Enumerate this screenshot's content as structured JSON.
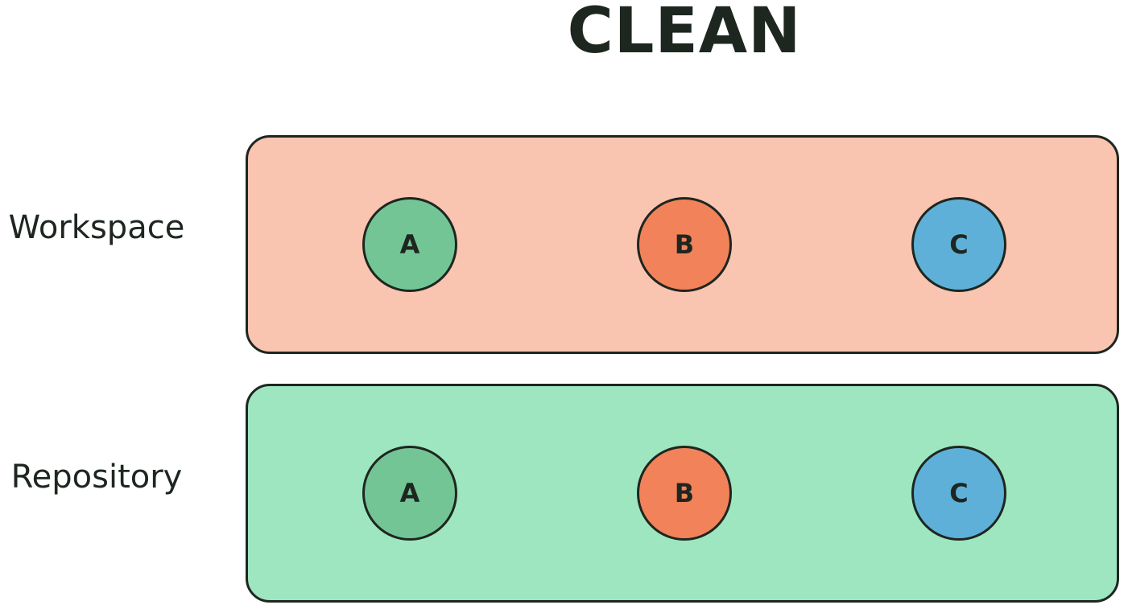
{
  "title": "CLEAN",
  "colors": {
    "workspace_fill": "#f9c4b0",
    "repository_fill": "#9ee6bf",
    "node_a": "#74c596",
    "node_b": "#f2825a",
    "node_c": "#5eb0d9",
    "outline": "#1e2620"
  },
  "rows": [
    {
      "label": "Workspace",
      "nodes": [
        {
          "label": "A"
        },
        {
          "label": "B"
        },
        {
          "label": "C"
        }
      ]
    },
    {
      "label": "Repository",
      "nodes": [
        {
          "label": "A"
        },
        {
          "label": "B"
        },
        {
          "label": "C"
        }
      ]
    }
  ]
}
